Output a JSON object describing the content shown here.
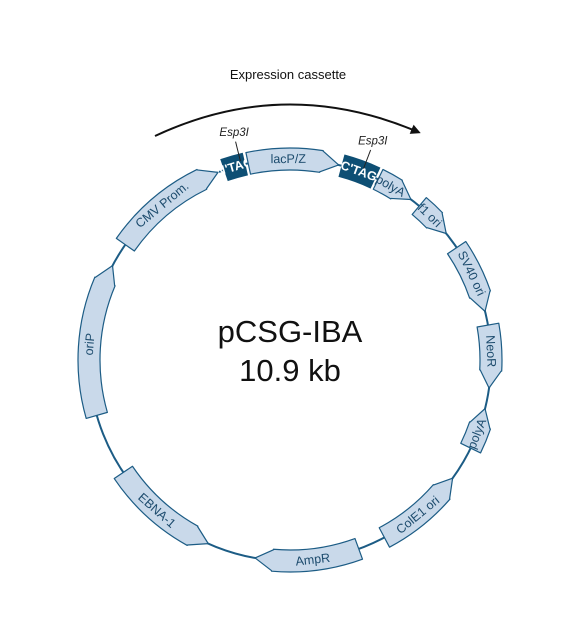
{
  "plasmid": {
    "name": "pCSG-IBA",
    "size": "10.9 kb"
  },
  "cassette": {
    "label": "Expression cassette"
  },
  "sites": [
    {
      "label": "Esp3I",
      "angle": -14
    },
    {
      "label": "Esp3I",
      "angle": 21
    }
  ],
  "features": [
    {
      "label": "N'TAG",
      "start": -19,
      "end": -13,
      "dir": "cw",
      "dark": true
    },
    {
      "label": "lacP/Z",
      "start": -12,
      "end": 14,
      "dir": "cw",
      "dark": false
    },
    {
      "label": "C'TAG",
      "start": 15,
      "end": 25,
      "dir": "cw",
      "dark": true
    },
    {
      "label": "polyA",
      "start": 26,
      "end": 37,
      "dir": "cw",
      "dark": false
    },
    {
      "label": "f1 ori",
      "start": 40,
      "end": 51,
      "dir": "cw",
      "dark": false
    },
    {
      "label": "SV40 ori",
      "start": 56,
      "end": 76,
      "dir": "cw",
      "dark": false
    },
    {
      "label": "NeoR",
      "start": 80,
      "end": 98,
      "dir": "cw",
      "dark": false
    },
    {
      "label": "polyA",
      "start": 104,
      "end": 116,
      "dir": "ccw",
      "dark": false
    },
    {
      "label": "ColE1 ori",
      "start": 126,
      "end": 152,
      "dir": "ccw",
      "dark": false
    },
    {
      "label": "AmpR",
      "start": 160,
      "end": 190,
      "dir": "cw",
      "dark": false
    },
    {
      "label": "EBNA-1",
      "start": 204,
      "end": 236,
      "dir": "ccw",
      "dark": false
    },
    {
      "label": "oriP",
      "start": 254,
      "end": 298,
      "dir": "cw",
      "dark": false
    },
    {
      "label": "CMV Prom.",
      "start": 305,
      "end": 339,
      "dir": "cw",
      "dark": false
    }
  ],
  "colors": {
    "feature_fill": "#c9d9ea",
    "feature_stroke": "#1c5c85",
    "tag_fill": "#0e4f74",
    "backbone": "#1c5c85",
    "arrow": "#111111"
  }
}
